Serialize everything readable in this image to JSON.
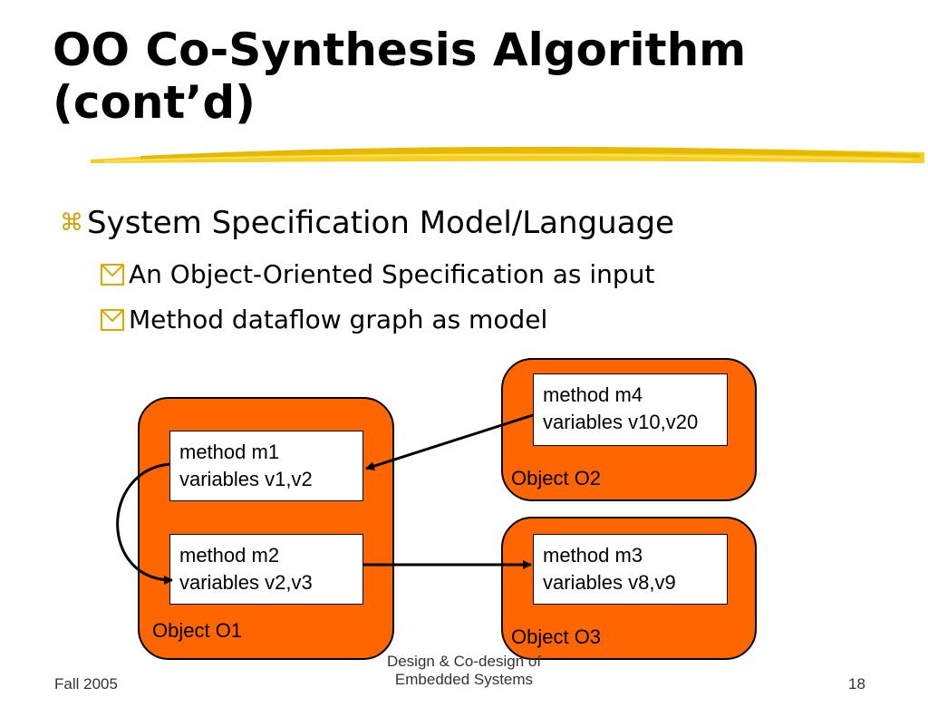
{
  "title": {
    "line1": "OO Co-Synthesis Algorithm",
    "line2": "(cont’d)"
  },
  "bullets": {
    "level1": {
      "text": "System Specification Model/Language",
      "icon": "z-bullet-icon"
    },
    "level2": [
      {
        "text": "An Object-Oriented Specification as input",
        "icon": "y-bullet-icon"
      },
      {
        "text": "Method dataflow graph as model",
        "icon": "y-bullet-icon"
      }
    ]
  },
  "diagram": {
    "objects": {
      "o1": {
        "label": "Object O1"
      },
      "o2": {
        "label": "Object O2"
      },
      "o3": {
        "label": "Object O3"
      }
    },
    "methods": {
      "m1": {
        "name": "method m1",
        "vars": "variables v1,v2"
      },
      "m2": {
        "name": "method m2",
        "vars": "variables v2,v3"
      },
      "m3": {
        "name": "method m3",
        "vars": "variables v8,v9"
      },
      "m4": {
        "name": "method m4",
        "vars": "variables v10,v20"
      }
    },
    "colors": {
      "object_fill": "#ff6600",
      "accent": "#f5c518"
    }
  },
  "footer": {
    "left": "Fall 2005",
    "center_line1": "Design & Co-design of",
    "center_line2": "Embedded Systems",
    "right": "18"
  }
}
